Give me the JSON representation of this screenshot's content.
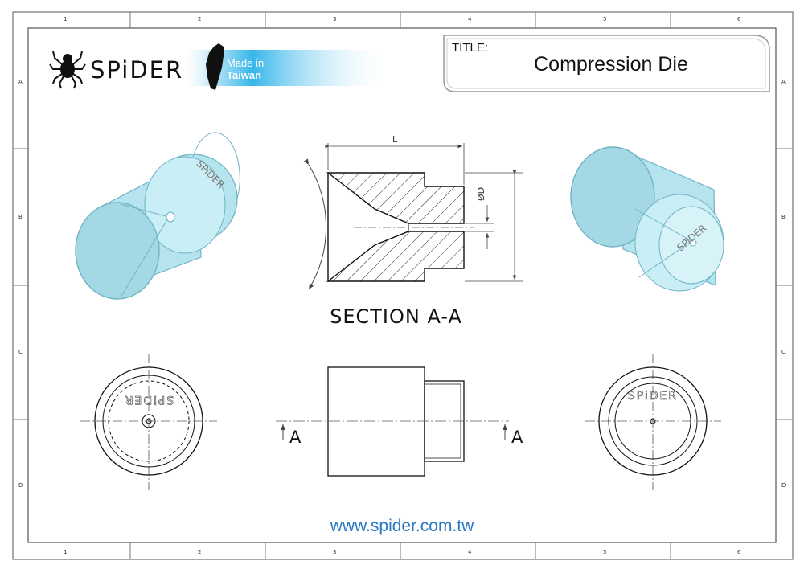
{
  "brand": {
    "logo_text": "SPiDER",
    "made_in_line1": "Made in",
    "made_in_line2": "Taiwan"
  },
  "title_block": {
    "label": "TITLE:",
    "value": "Compression Die"
  },
  "zones": {
    "columns": [
      "1",
      "2",
      "3",
      "4",
      "5",
      "6"
    ],
    "rows": [
      "A",
      "B",
      "C",
      "D"
    ]
  },
  "drawing": {
    "dim_length": "L",
    "dim_diameter": "ØD",
    "section_label": "SECTION A-A",
    "cut_marker": "A",
    "engraving": "SPiDER"
  },
  "footer": {
    "url": "www.spider.com.tw"
  },
  "colors": {
    "part_fill": "#b6e4ee",
    "part_stroke": "#6fb3c4",
    "hatch": "#333333",
    "url": "#2b78c2",
    "banner": "#37b6ea"
  }
}
